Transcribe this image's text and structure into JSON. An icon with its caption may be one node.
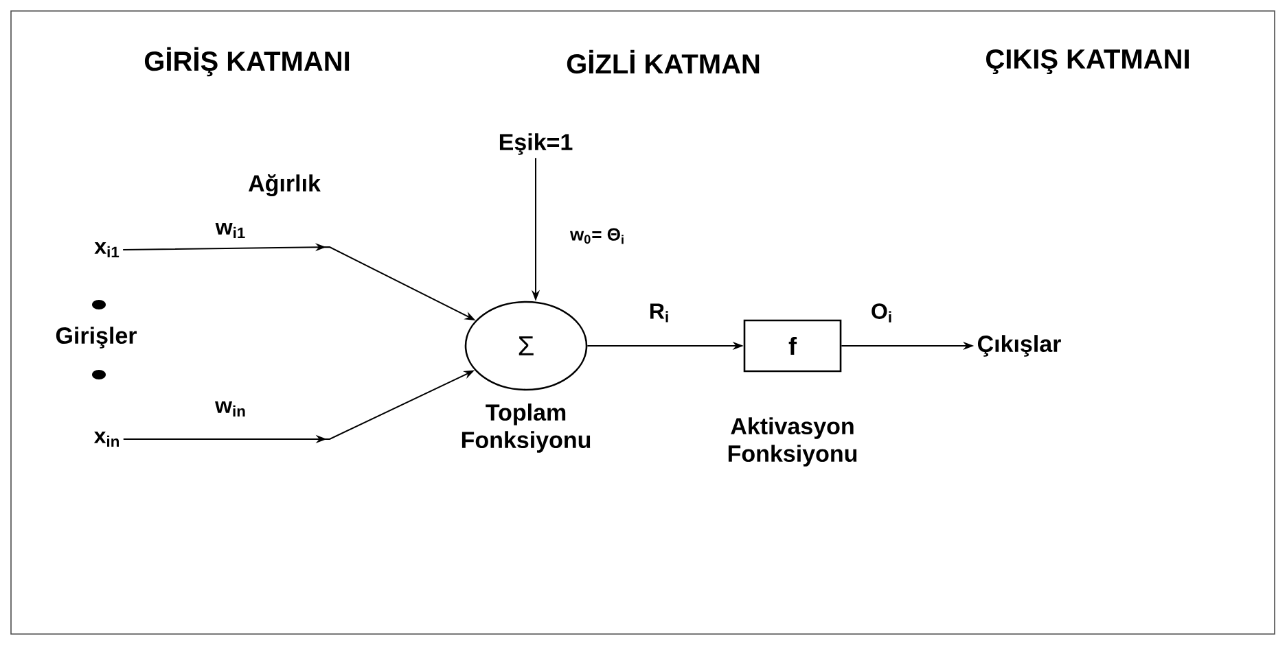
{
  "diagram": {
    "nodes": [
      {
        "text": [
          "x$_{i1}$"
        ]
      },
      {
        "text": [
          "x$_{in}$"
        ]
      },
      {
        "text": [
          "Σ"
        ],
        "beside": [
          "Toplam Fonksiyonu"
        ]
      },
      {
        "text": [
          "Eşik=1"
        ]
      },
      {
        "text": [
          "f"
        ],
        "beside": [
          "Aktivasyon Fonksiyonu"
        ]
      },
      {
        "text": [
          "Çıkışlar"
        ]
      }
    ],
    "edges": [
      {
        "from": 0,
        "to": 2,
        "arrow": "to",
        "label": "w$_{i1}$"
      },
      {
        "from": 1,
        "to": 2,
        "arrow": "to",
        "label": "w$_{in}$"
      },
      {
        "from": 3,
        "to": 2,
        "arrow": "to"
      },
      {
        "from": 2,
        "to": 4,
        "arrow": "to",
        "label": "R$_{i}$"
      },
      {
        "from": 4,
        "to": 5,
        "arrow": "to",
        "label": "O$_{i}$"
      }
    ],
    "labels": [
      "GİRİŞ KATMANI",
      "GİZLİ KATMAN",
      "ÇIKIŞ KATMANI",
      "Ağırlık",
      "Girişler",
      "w$_{0}$= Θ$_{i}$"
    ]
  }
}
